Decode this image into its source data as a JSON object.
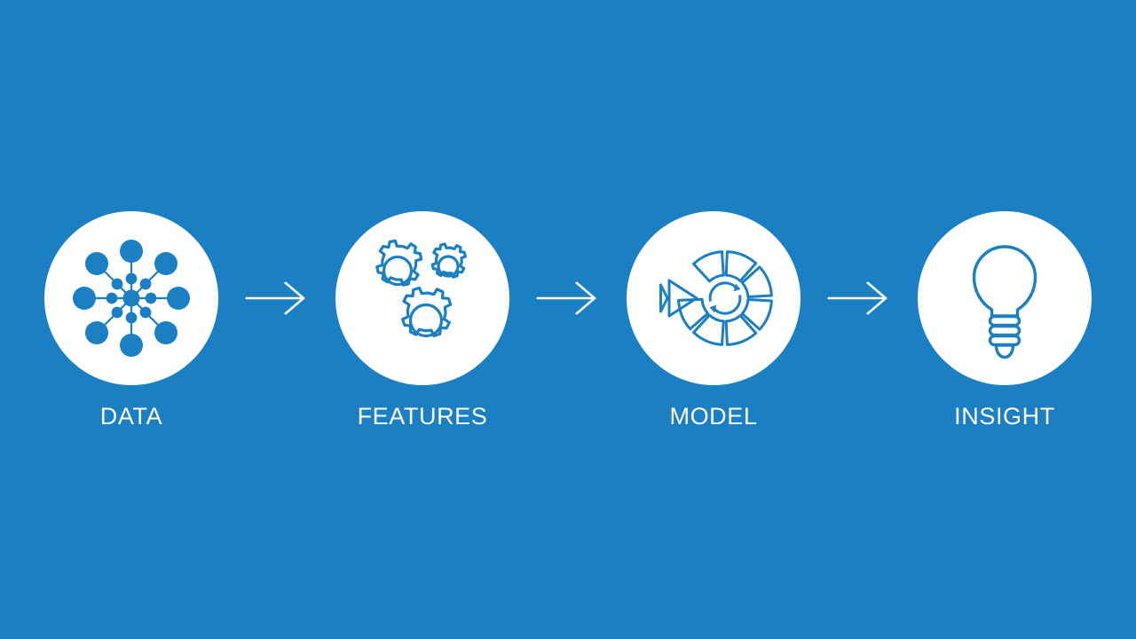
{
  "page": {
    "title": "Machine Learning Pipeline Flow",
    "background_color": "#1b7fc3",
    "disc_color": "#ffffff",
    "icon_color": "#1b7fc3",
    "arrow_color": "#ffffff",
    "label_color": "#ffffff"
  },
  "flow": {
    "stages": [
      {
        "label": "DATA",
        "icon": "network-nodes-icon",
        "icon_description": "radial network hub with eight spokes of small and large nodes"
      },
      {
        "label": "FEATURES",
        "icon": "gears-icon",
        "icon_description": "three interlocking outlined gears"
      },
      {
        "label": "MODEL",
        "icon": "model-wheel-icon",
        "icon_description": "segmented wheel with central refresh arrows and play arrows"
      },
      {
        "label": "INSIGHT",
        "icon": "lightbulb-icon",
        "icon_description": "outlined light bulb with screw base"
      }
    ],
    "connectors": [
      {
        "icon": "arrow-right-icon"
      },
      {
        "icon": "arrow-right-icon"
      },
      {
        "icon": "arrow-right-icon"
      }
    ]
  }
}
